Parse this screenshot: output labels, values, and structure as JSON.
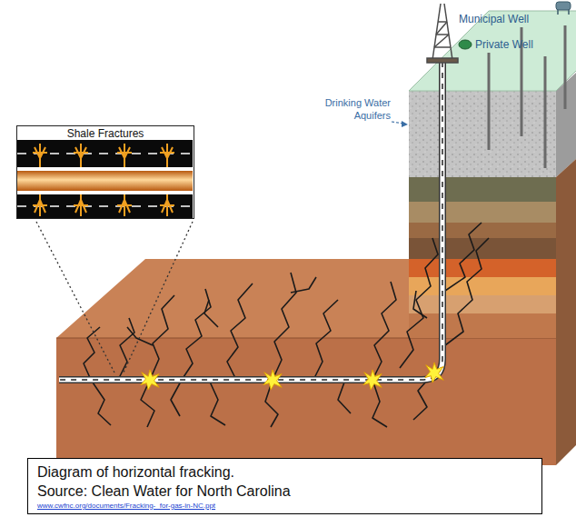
{
  "diagram": {
    "nodes": [
      {
        "text": [
          "Shale Fractures"
        ]
      },
      {
        "text": [
          "Diagram of horizontal fracking.",
          "Source: Clean Water for North Carolina",
          "www.cwfnc.org/documents/Fracking-_for-gas-in-NC.ppt"
        ]
      }
    ],
    "labels": [
      "Municipal Well",
      "Private Well",
      "Drinking Water Aquifers"
    ]
  }
}
